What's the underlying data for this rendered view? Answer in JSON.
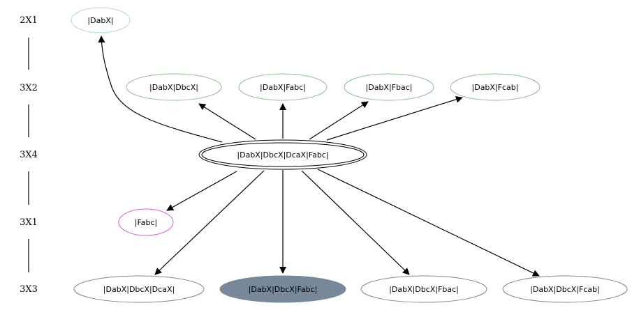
{
  "ranks": [
    {
      "id": "r-2x1",
      "label": "2X1"
    },
    {
      "id": "r-3x2",
      "label": "3X2"
    },
    {
      "id": "r-3x4",
      "label": "3X4"
    },
    {
      "id": "r-3x1",
      "label": "3X1"
    },
    {
      "id": "r-3x3",
      "label": "3X3"
    }
  ],
  "nodes": [
    {
      "id": "n1",
      "label": "|DabX|",
      "rank": "2X1",
      "stroke": "#aed8d0",
      "fill": "none",
      "text_color": "#000000"
    },
    {
      "id": "n2",
      "label": "|DabX|DbcX|",
      "rank": "3X2",
      "stroke": "#8fbc8f",
      "fill": "none",
      "text_color": "#000000"
    },
    {
      "id": "n3",
      "label": "|DabX|Fabc|",
      "rank": "3X2",
      "stroke": "#8fbc8f",
      "fill": "none",
      "text_color": "#000000"
    },
    {
      "id": "n4",
      "label": "|DabX|Fbac|",
      "rank": "3X2",
      "stroke": "#8fbc8f",
      "fill": "none",
      "text_color": "#000000"
    },
    {
      "id": "n5",
      "label": "|DabX|Fcab|",
      "rank": "3X2",
      "stroke": "#8fbc8f",
      "fill": "none",
      "text_color": "#000000"
    },
    {
      "id": "n6",
      "label": "|DabX|DbcX|DcaX|Fabc|",
      "rank": "3X4",
      "stroke": "#000000",
      "fill": "none",
      "double": true,
      "text_color": "#000000"
    },
    {
      "id": "n7",
      "label": "|Fabc|",
      "rank": "3X1",
      "stroke": "#d45fd0",
      "fill": "none",
      "text_color": "#000000"
    },
    {
      "id": "n8",
      "label": "|DabX|DbcX|DcaX|",
      "rank": "3X3",
      "stroke": "#778899",
      "fill": "none",
      "text_color": "#000000"
    },
    {
      "id": "n9",
      "label": "|DabX|DbcX|Fabc|",
      "rank": "3X3",
      "stroke": "#778899",
      "fill": "#778899",
      "text_color": "#000000"
    },
    {
      "id": "n10",
      "label": "|DabX|DbcX|Fbac|",
      "rank": "3X3",
      "stroke": "#778899",
      "fill": "none",
      "text_color": "#000000"
    },
    {
      "id": "n11",
      "label": "|DabX|DbcX|Fcab|",
      "rank": "3X3",
      "stroke": "#778899",
      "fill": "none",
      "text_color": "#000000"
    }
  ],
  "edges": [
    {
      "from": "n6",
      "to": "n1"
    },
    {
      "from": "n6",
      "to": "n2"
    },
    {
      "from": "n6",
      "to": "n3"
    },
    {
      "from": "n6",
      "to": "n4"
    },
    {
      "from": "n6",
      "to": "n5"
    },
    {
      "from": "n6",
      "to": "n7"
    },
    {
      "from": "n6",
      "to": "n8"
    },
    {
      "from": "n6",
      "to": "n9"
    },
    {
      "from": "n6",
      "to": "n10"
    },
    {
      "from": "n6",
      "to": "n11"
    }
  ]
}
